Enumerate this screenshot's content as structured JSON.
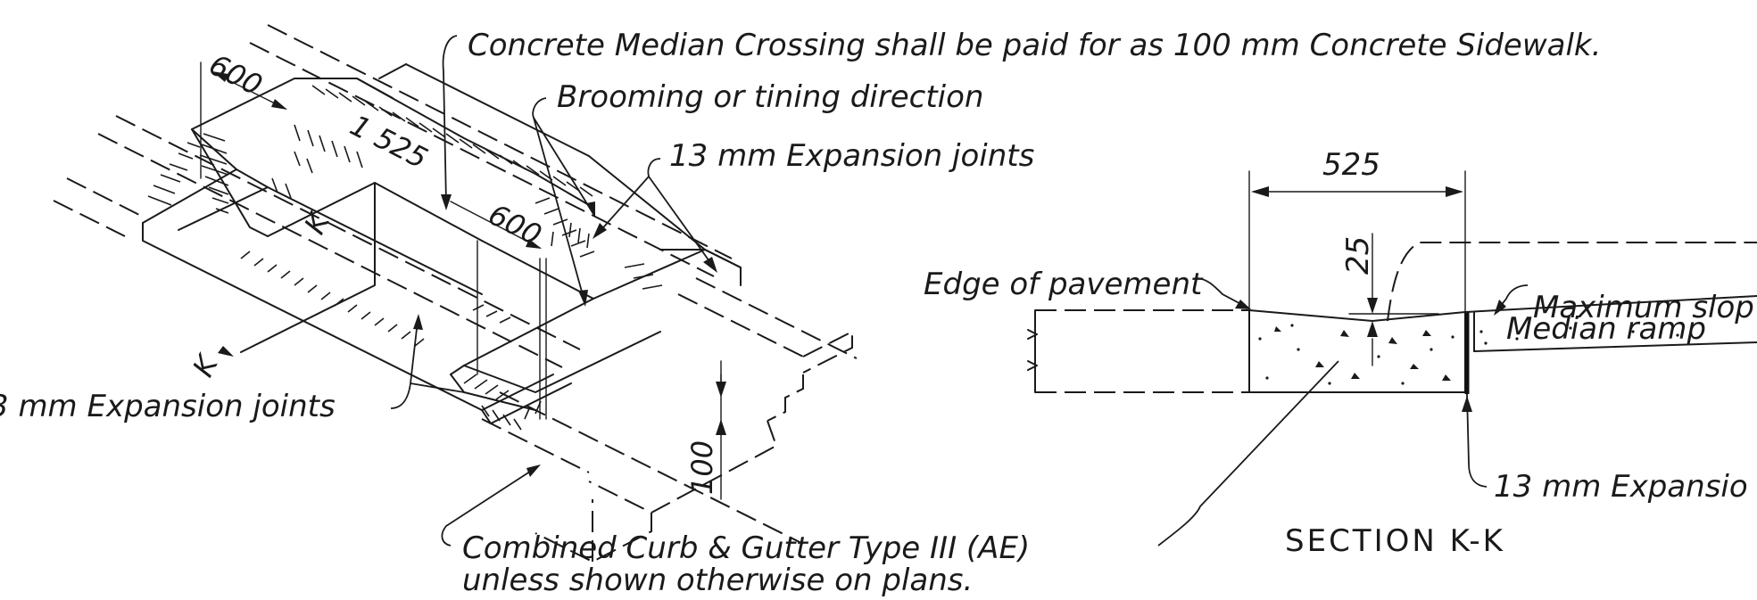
{
  "labels": {
    "payment_note": "Concrete Median Crossing shall be paid for as 100 mm Concrete Sidewalk.",
    "brooming": "Brooming or tining direction",
    "expansion_top": "13 mm Expansion joints",
    "expansion_left": "3 mm Expansion joints",
    "curb_line1": "Combined Curb & Gutter Type III (AE)",
    "curb_line2": "unless shown otherwise on plans.",
    "edge_pavement": "Edge of pavement",
    "max_slope": "Maximum slop",
    "median_ramp": "Median ramp",
    "expansion_section": "13 mm Expansio",
    "section_title": "SECTION K-K"
  },
  "dimensions": {
    "iso_600_top": "600",
    "iso_1525": "1 525",
    "iso_600_mid": "600",
    "iso_100": "100",
    "iso_section_mark_upper": "K",
    "iso_section_mark_lower": "K",
    "sec_525": "525",
    "sec_25": "25"
  }
}
